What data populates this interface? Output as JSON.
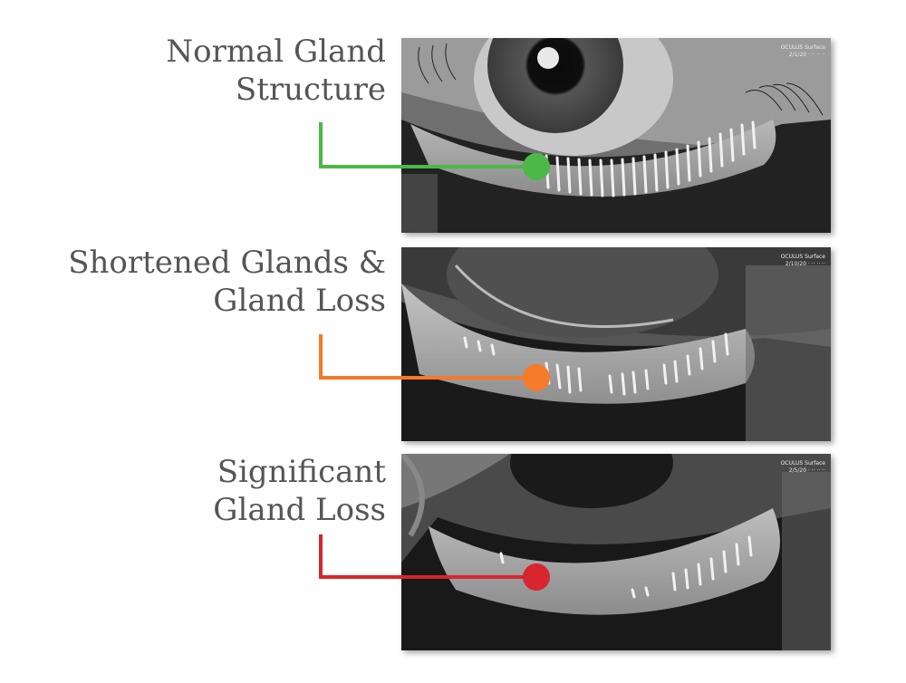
{
  "rows": [
    {
      "label_line1": "Normal Gland",
      "label_line2": "Structure",
      "color": "#4cb847",
      "stamp_line1": "OCULUS Surface",
      "stamp_line2": "2/1/20 · ·· ·· ··",
      "glands": "normal"
    },
    {
      "label_line1": "Shortened Glands &",
      "label_line2": "Gland Loss",
      "color": "#f57a2a",
      "stamp_line1": "OCULUS Surface",
      "stamp_line2": "2/10/20 · ·· ·· ··",
      "glands": "shortened"
    },
    {
      "label_line1": "Significant",
      "label_line2": "Gland Loss",
      "color": "#d7262e",
      "stamp_line1": "OCULUS Surface",
      "stamp_line2": "2/5/20 · ·· ·· ··",
      "glands": "significant-loss"
    }
  ]
}
